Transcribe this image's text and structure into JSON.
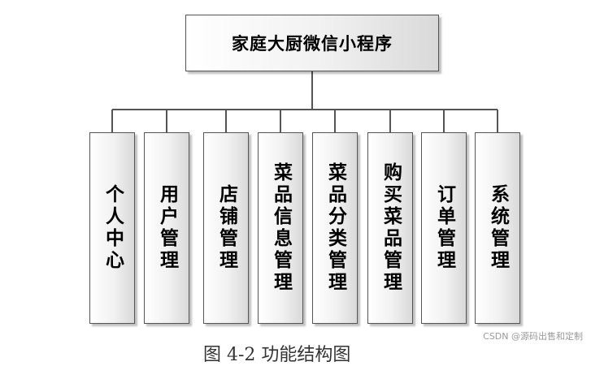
{
  "root": {
    "label": "家庭大厨微信小程序"
  },
  "modules": [
    {
      "label": "个人中心"
    },
    {
      "label": "用户管理"
    },
    {
      "label": "店铺管理"
    },
    {
      "label": "菜品信息管理"
    },
    {
      "label": "菜品分类管理"
    },
    {
      "label": "购买菜品管理"
    },
    {
      "label": "订单管理"
    },
    {
      "label": "系统管理"
    }
  ],
  "caption": "图 4-2 功能结构图",
  "watermark": "CSDN @源码出售和定制",
  "colors": {
    "line": "#555555",
    "border": "#555555",
    "box_light": "#ffffff",
    "box_dark": "#d9d9d9"
  }
}
